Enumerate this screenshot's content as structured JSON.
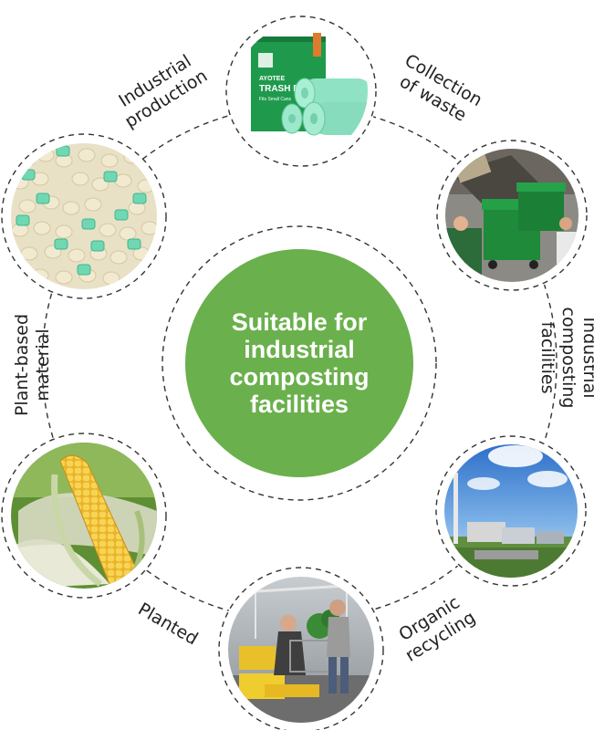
{
  "center": {
    "lines": [
      "Suitable for",
      "industrial",
      "composting",
      "facilities"
    ],
    "color": "#6ab04c"
  },
  "stages": [
    {
      "id": "collection",
      "label_lines": [
        "Collection",
        "of waste"
      ],
      "icon": "waste-bin-photo"
    },
    {
      "id": "industrial-composting",
      "label_lines": [
        "Industrial",
        "composting",
        "facilities"
      ],
      "icon": "composting-facility-photo"
    },
    {
      "id": "organic-recycling",
      "label_lines": [
        "Organic",
        "recycling"
      ],
      "icon": "recycling-plant-photo"
    },
    {
      "id": "planted",
      "label_lines": [
        "Planted"
      ],
      "icon": "greenhouse-photo"
    },
    {
      "id": "plant-based-material",
      "label_lines": [
        "Plant-based",
        "material"
      ],
      "icon": "corn-photo"
    },
    {
      "id": "industrial-production",
      "label_lines": [
        "Industrial",
        "production"
      ],
      "icon": "pellets-photo"
    }
  ],
  "product": {
    "brand": "AYOTEE",
    "name": "TRASH BAGS",
    "tagline": "Fits Small Cans",
    "icon": "trash-bag-box-photo"
  },
  "colors": {
    "accent_green": "#6ab04c",
    "dash": "#333333",
    "bag_mint": "#8fe3c4"
  }
}
